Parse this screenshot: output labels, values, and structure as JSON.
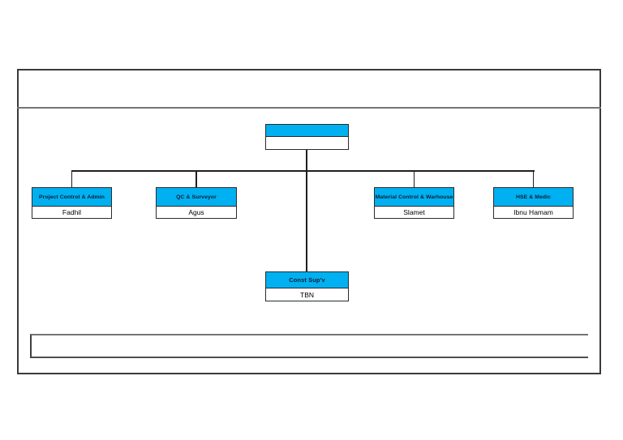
{
  "colors": {
    "node_fill": "#00b0f0",
    "node_border": "#2b2b2b",
    "connector": "#1f1f1f",
    "frame_border": "#3a3a3a",
    "separator": "#757575",
    "title_text": "#0d1d33",
    "name_text": "#000000",
    "background": "#ffffff"
  },
  "org_chart": {
    "type": "org-tree",
    "header_band_text": "",
    "footer_bar_text": "",
    "root": {
      "title": "",
      "person": ""
    },
    "departments": [
      {
        "title": "Project Control & Admin",
        "person": "Fadhil"
      },
      {
        "title": "QC & Surveyor",
        "person": "Agus"
      },
      {
        "title": "Material Control & Warhouse",
        "person": "Slamet"
      },
      {
        "title": "HSE & Medic",
        "person": "Ibnu Hamam"
      }
    ],
    "subordinate": {
      "title": "Const Sup'v",
      "person": "TBN"
    }
  }
}
